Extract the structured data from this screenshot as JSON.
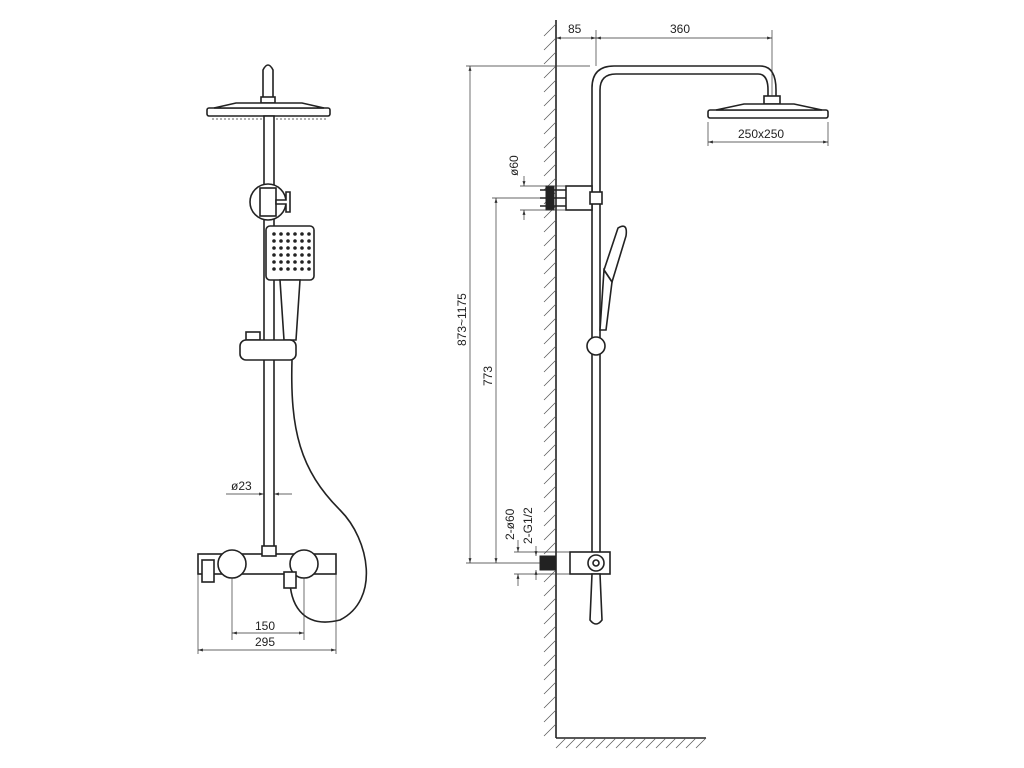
{
  "dimensions": {
    "front_pipe_diameter": "ø23",
    "front_spacing": "150",
    "front_width": "295",
    "side_offset": "85",
    "side_arm_length": "360",
    "head_size": "250x250",
    "bracket_diameter": "ø60",
    "total_height": "873~1175",
    "rail_height": "773",
    "inlet_diameter": "2-ø60",
    "inlet_thread": "2-G1/2"
  }
}
